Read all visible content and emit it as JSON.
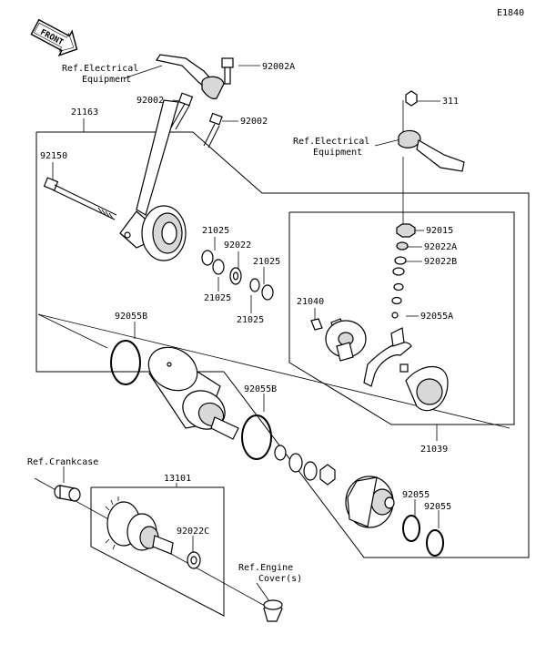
{
  "diagram": {
    "code": "E1840",
    "front_label": "FRONT",
    "labels": {
      "ref_electrical_1": "Ref.Electrical\nEquipment",
      "p92002A": "92002A",
      "p92002_a": "92002",
      "p21163": "21163",
      "p92002_b": "92002",
      "p311": "311",
      "ref_electrical_2": "Ref.Electrical\nEquipment",
      "p92150": "92150",
      "p92015": "92015",
      "p21025_a": "21025",
      "p92022A": "92022A",
      "p92022": "92022",
      "p92022B": "92022B",
      "p21025_b": "21025",
      "p21025_c": "21025",
      "p21025_d": "21025",
      "p21040": "21040",
      "p92055A": "92055A",
      "p92055B_a": "92055B",
      "p92055B_b": "92055B",
      "p21039": "21039",
      "ref_crankcase": "Ref.Crankcase",
      "p13101": "13101",
      "p92055_a": "92055",
      "p92055_b": "92055",
      "p92022C": "92022C",
      "ref_engine_cover": "Ref.Engine\nCover(s)"
    }
  }
}
